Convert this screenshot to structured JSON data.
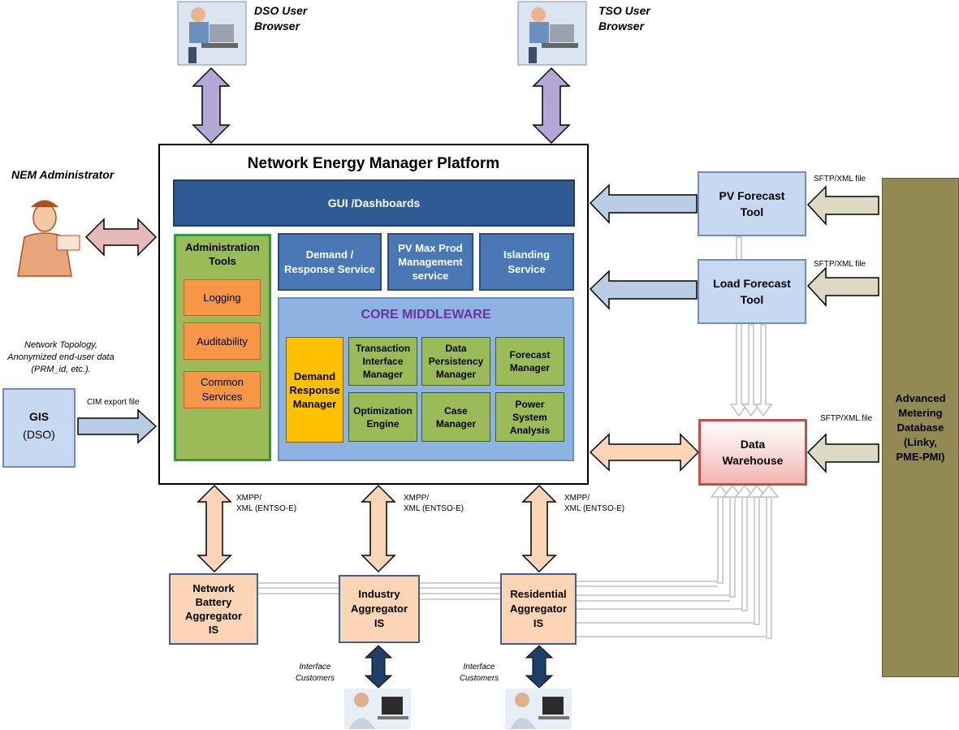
{
  "users": {
    "dso": "DSO User\nBrowser",
    "tso": "TSO User\nBrowser",
    "nem_admin": "NEM Administrator"
  },
  "platform": {
    "title": "Network Energy Manager Platform",
    "gui": "GUI /Dashboards",
    "admin_tools": "Administration\nTools",
    "logging": "Logging",
    "auditability": "Auditability",
    "common_services": "Common\nServices",
    "demand_response_service": "Demand /\nResponse Service",
    "pv_max_prod": "PV Max Prod\nManagement\nservice",
    "islanding": "Islanding\nService",
    "core_middleware": "CORE MIDDLEWARE",
    "dr_manager": "Demand\nResponse\nManager",
    "transaction": "Transaction\nInterface\nManager",
    "data_persistency": "Data\nPersistency\nManager",
    "forecast_manager": "Forecast\nManager",
    "optimization": "Optimization\nEngine",
    "case_manager": "Case\nManager",
    "power_system": "Power\nSystem\nAnalysis"
  },
  "external": {
    "pv_forecast": "PV Forecast\nTool",
    "load_forecast": "Load Forecast\nTool",
    "data_warehouse": "Data\nWarehouse",
    "amd": "Advanced\nMetering\nDatabase\n(Linky,\nPME-PMI)",
    "gis_title": "GIS",
    "gis_sub": "(DSO)"
  },
  "labels": {
    "sftp1": "SFTP/XML file",
    "sftp2": "SFTP/XML file",
    "sftp3": "SFTP/XML file",
    "cim": "CIM export file",
    "gis_note": "Network Topology,\nAnonymized end-user data\n(PRM_id, etc.).",
    "xmpp1": "XMPP/\nXML (ENTSO-E)",
    "xmpp2": "XMPP/\nXML (ENTSO-E)",
    "xmpp3": "XMPP/\nXML (ENTSO-E)",
    "iface1": "Interface\nCustomers",
    "iface2": "Interface\nCustomers"
  },
  "aggregators": {
    "battery": "Network\nBattery\nAggregator\nIS",
    "industry": "Industry\nAggregator\nIS",
    "residential": "Residential\nAggregator\nIS"
  },
  "colors": {
    "darkblue": "#2f5b94",
    "midblue": "#4a78b4",
    "core": "#8db3e2",
    "green": "#9bbb59",
    "orange": "#f79646",
    "yellow": "#ffc000",
    "peach": "#fbd5b5",
    "olive": "#938953",
    "purple": "#7030a0"
  }
}
